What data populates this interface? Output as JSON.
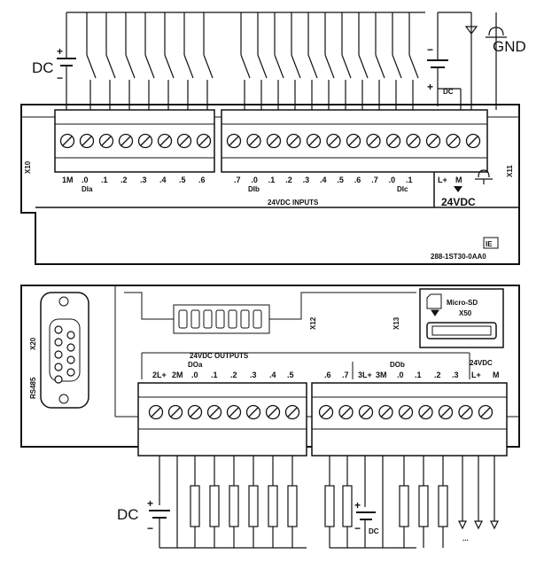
{
  "top": {
    "dc_label": "DC",
    "plus": "+",
    "minus": "−",
    "gnd_label": "GND",
    "right_dc_label": "DC",
    "connector_x10": "X10",
    "connector_x11": "X11",
    "terminals": [
      "1M",
      ".0",
      ".1",
      ".2",
      ".3",
      ".4",
      ".5",
      ".6",
      ".7",
      ".0",
      ".1",
      ".2",
      ".3",
      ".4",
      ".5",
      ".6",
      ".7",
      ".0",
      ".1",
      "L+",
      "M"
    ],
    "group_dia": "DIa",
    "group_dib": "DIb",
    "group_dic": "DIc",
    "inputs_label": "24VDC INPUTS",
    "power_label": "24VDC",
    "ie_label": "IE",
    "part_number": "288-1ST30-0AA0"
  },
  "bottom": {
    "connector_x20": "X20",
    "rs485": "RS485",
    "connector_x12": "X12",
    "connector_x13": "X13",
    "microsd_label": "Micro-SD",
    "x50_label": "X50",
    "outputs_label": "24VDC OUTPUTS",
    "group_doa": "DOa",
    "group_dob": "DOb",
    "power_label": "24VDC",
    "terminals_a": [
      "2L+",
      "2M",
      ".0",
      ".1",
      ".2",
      ".3",
      ".4",
      ".5",
      ".6",
      ".7"
    ],
    "terminals_b": [
      "3L+",
      "3M",
      ".0",
      ".1",
      ".2",
      ".3",
      "L+",
      "M"
    ],
    "dc_label": "DC",
    "plus": "+",
    "minus": "−",
    "dc2_label": "DC",
    "watermark": "..."
  }
}
